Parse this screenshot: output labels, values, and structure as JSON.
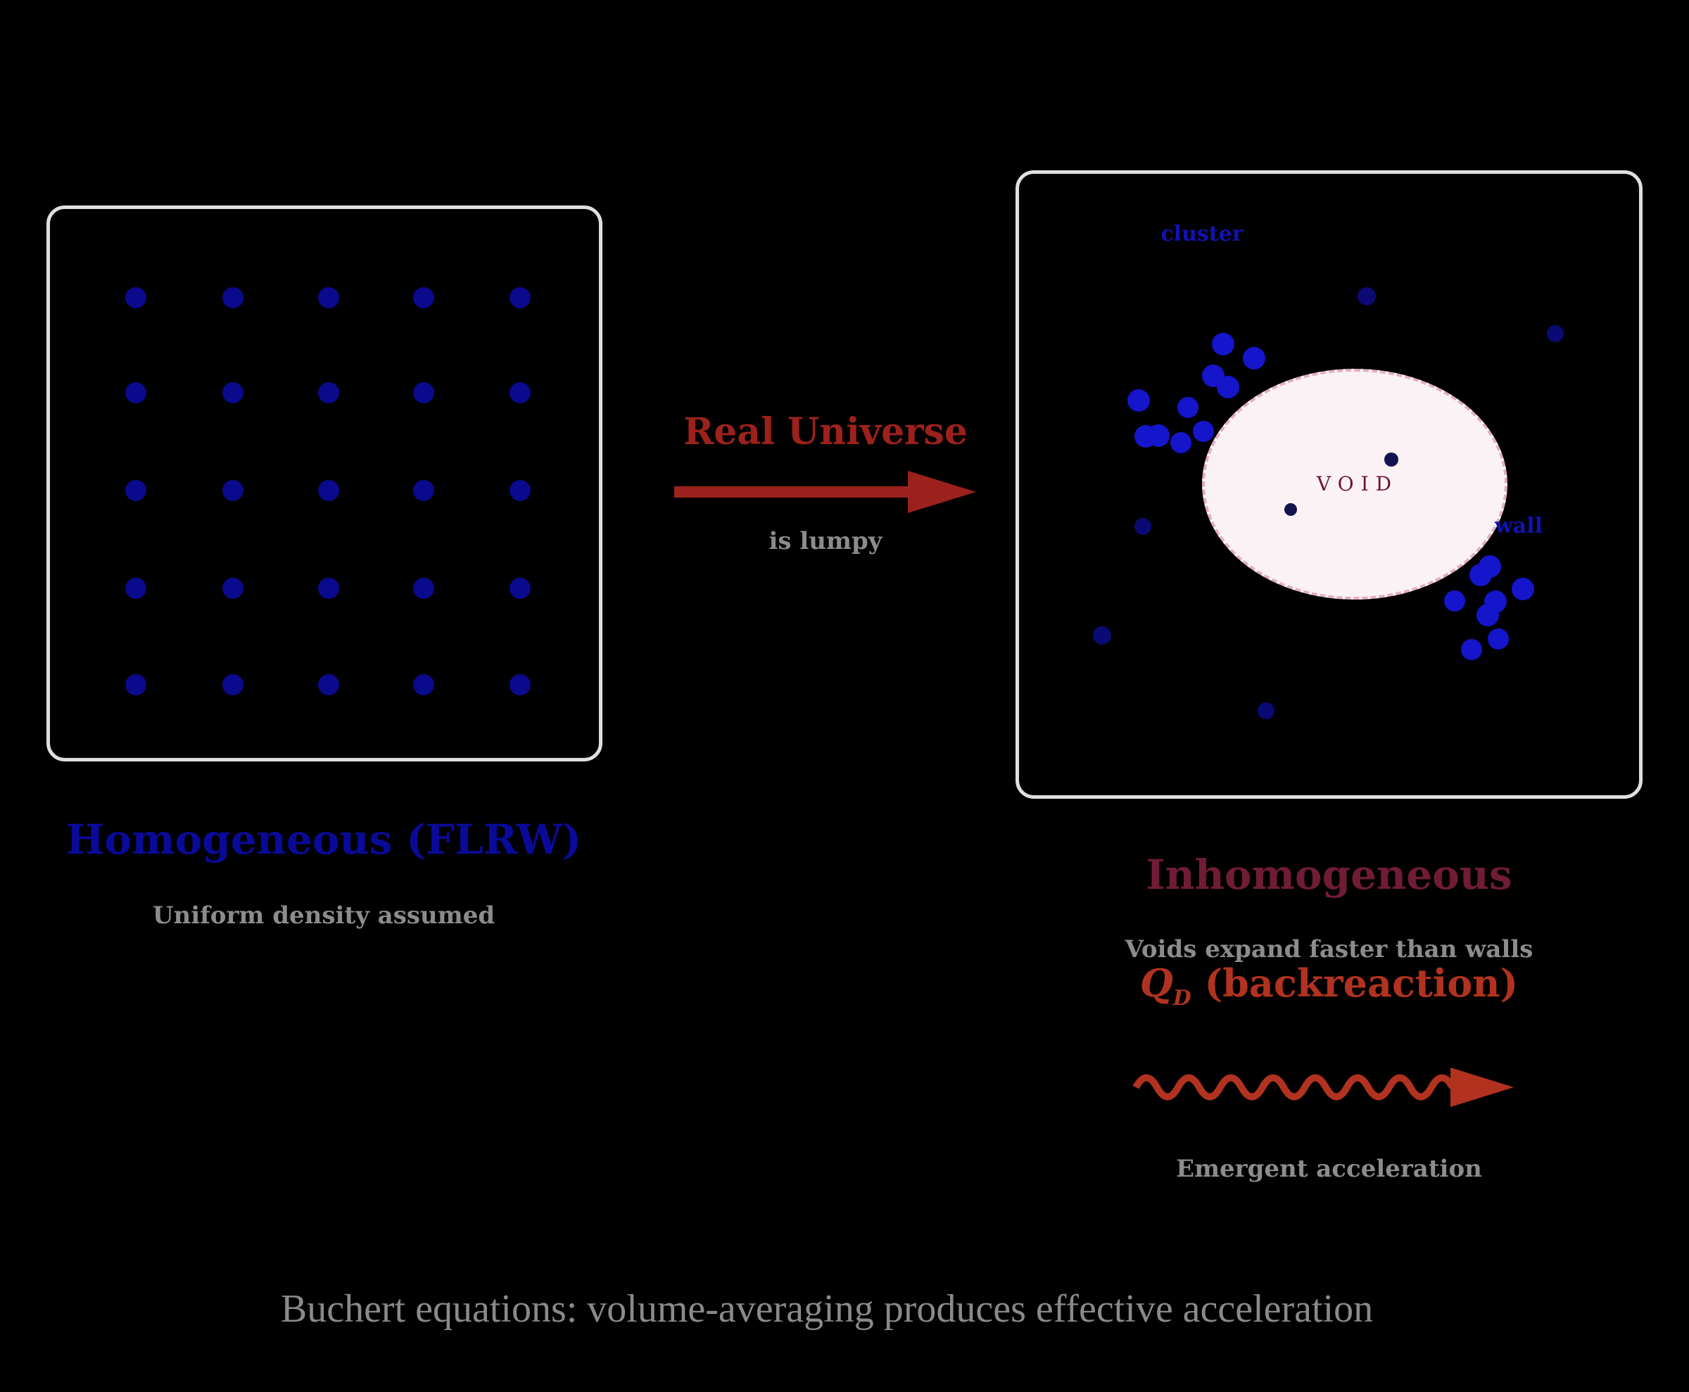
{
  "colors": {
    "background": "#000000",
    "panel_border": "#DFDFDF",
    "flrw_dot": "#0A0A8C",
    "navy_title": "#0A0A9A",
    "gray_text": "#8C8C8C",
    "real_red": "#9C211C",
    "maroon_title": "#701C35",
    "back_red": "#B23220",
    "cluster_dot": "#1515CC",
    "scatter_dot": "#0A0A74",
    "void_dot": "#13134E",
    "blue_label": "#1212B5",
    "void_fill": "#FBF2F5",
    "void_border": "#E2AEC2",
    "void_text": "#6E1532",
    "caption_gray": "#8A8A8A"
  },
  "left_panel": {
    "title": "Homogeneous (FLRW)",
    "subtitle": "Uniform density assumed",
    "grid_cols_x": [
      193,
      331,
      467,
      602,
      739
    ],
    "grid_rows_y": [
      423,
      558,
      697,
      836,
      973
    ],
    "dot_radius": 15
  },
  "transition": {
    "label": "Real Universe",
    "sublabel": "is lumpy"
  },
  "right_panel": {
    "title": "Inhomogeneous",
    "subtitle": "Voids expand faster than walls",
    "cluster_label": "cluster",
    "wall_label": "wall",
    "void_label": "VOID",
    "cluster_dots": [
      [
        1738,
        489,
        16
      ],
      [
        1782,
        509,
        16
      ],
      [
        1724,
        534,
        16
      ],
      [
        1745,
        550,
        16
      ],
      [
        1618,
        569,
        16
      ],
      [
        1688,
        579,
        15
      ],
      [
        1710,
        613,
        15
      ],
      [
        1628,
        620,
        16
      ],
      [
        1646,
        619,
        16
      ],
      [
        1678,
        629,
        15
      ]
    ],
    "wall_dots": [
      [
        2117,
        805,
        16
      ],
      [
        2104,
        817,
        16
      ],
      [
        2164,
        837,
        16
      ],
      [
        2067,
        854,
        15
      ],
      [
        2125,
        855,
        16
      ],
      [
        2114,
        874,
        16
      ],
      [
        2129,
        908,
        15
      ],
      [
        2091,
        923,
        15
      ]
    ],
    "scatter_dots": [
      [
        1942,
        421,
        13
      ],
      [
        2210,
        474,
        12
      ],
      [
        1624,
        748,
        12
      ],
      [
        1566,
        903,
        13
      ],
      [
        1799,
        1010,
        12
      ]
    ],
    "void_dots": [
      [
        1977,
        653,
        10
      ],
      [
        1834,
        724,
        9
      ]
    ]
  },
  "backreaction": {
    "symbol": "Q",
    "symbol_sub": "D",
    "label": "(backreaction)",
    "caption": "Emergent acceleration"
  },
  "footer": {
    "caption": "Buchert equations: volume-averaging produces effective acceleration"
  }
}
